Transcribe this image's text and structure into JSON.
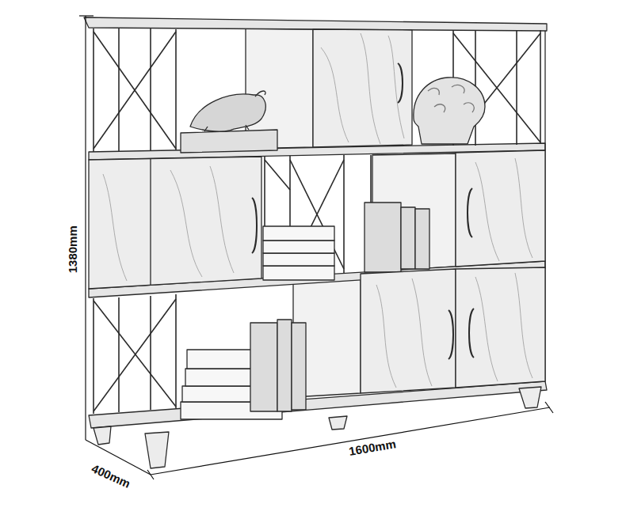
{
  "diagram": {
    "labels": [
      "1380mm",
      "1600mm",
      "400mm"
    ]
  }
}
